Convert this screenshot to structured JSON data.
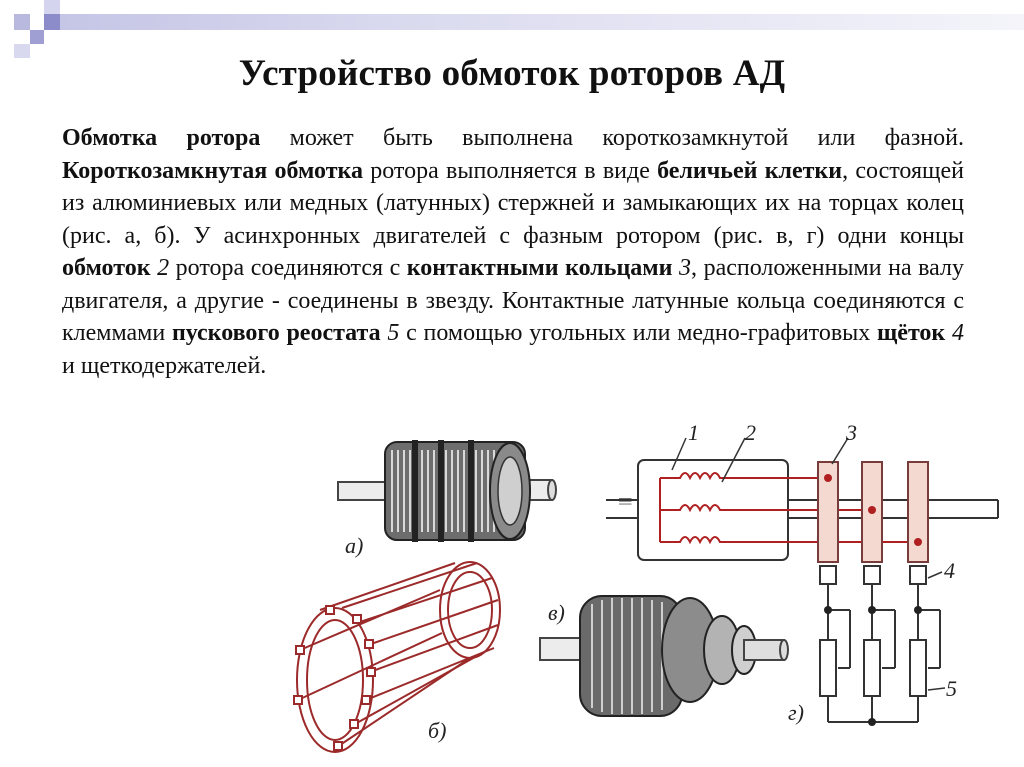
{
  "slide": {
    "title": "Устройство обмоток роторов АД",
    "paragraph": [
      {
        "t": "Обмотка ротора",
        "s": "b"
      },
      {
        "t": " может быть выполнена короткозамкнутой или фазной. ",
        "s": ""
      },
      {
        "t": "Короткозамкнутая обмотка",
        "s": "b"
      },
      {
        "t": " ротора выполняется в виде ",
        "s": ""
      },
      {
        "t": "беличьей клетки",
        "s": "b"
      },
      {
        "t": ", состоящей  из алюминиевых или медных (латунных) стержней и замыкающих их на торцах колец (рис. а, б). У асинхронных двигателей с фазным ротором (рис. в, г) одни концы ",
        "s": ""
      },
      {
        "t": "обмоток",
        "s": "b"
      },
      {
        "t": " ",
        "s": ""
      },
      {
        "t": "2",
        "s": "i"
      },
      {
        "t": " ротора соединяются с ",
        "s": ""
      },
      {
        "t": "контактными кольцами",
        "s": "b"
      },
      {
        "t": " ",
        "s": ""
      },
      {
        "t": "3",
        "s": "i"
      },
      {
        "t": ", расположенными на валу двигателя, а другие - соединены в звезду. Контактные латунные кольца соединяются с клеммами ",
        "s": ""
      },
      {
        "t": "пускового реостата",
        "s": "b"
      },
      {
        "t": " ",
        "s": ""
      },
      {
        "t": "5",
        "s": "i"
      },
      {
        "t": " с помощью угольных или медно-графитовых ",
        "s": ""
      },
      {
        "t": "щёток",
        "s": "b"
      },
      {
        "t": " ",
        "s": ""
      },
      {
        "t": "4",
        "s": "i"
      },
      {
        "t": " и щеткодержателей.",
        "s": ""
      }
    ]
  },
  "figure": {
    "label_a": "а)",
    "label_b": "б)",
    "label_v": "в)",
    "label_g": "г)",
    "num_1": "1",
    "num_2": "2",
    "num_3": "3",
    "num_4": "4",
    "num_5": "5",
    "colors": {
      "winding": "#b02020",
      "ring_fill": "#f3d9d0",
      "line": "#333333"
    }
  }
}
